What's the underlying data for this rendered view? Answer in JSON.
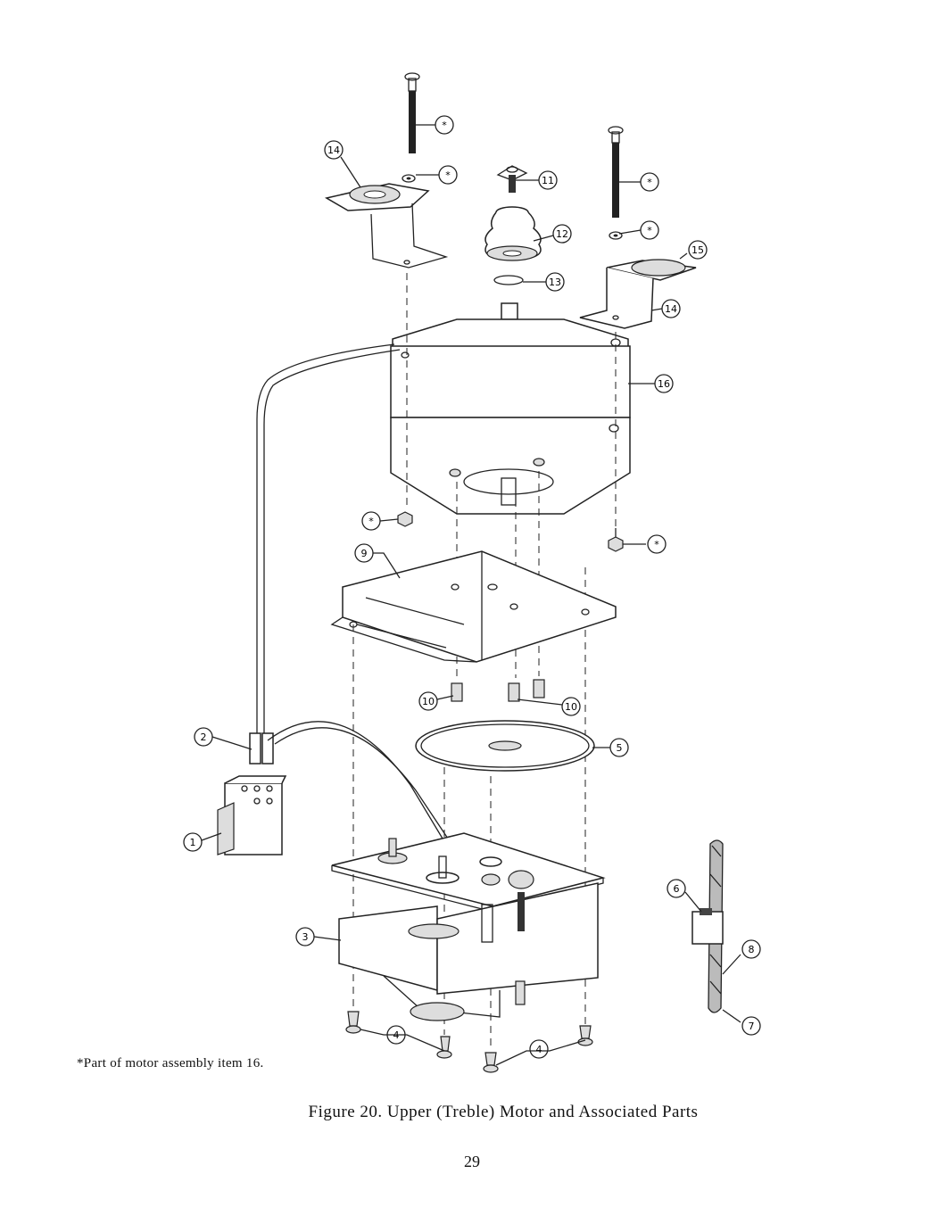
{
  "figure": {
    "footnote": "*Part of motor assembly item 16.",
    "caption": "Figure 20.   Upper (Treble) Motor and Associated Parts",
    "page_number": "29"
  },
  "callouts": [
    {
      "id": "star-1",
      "label": "*"
    },
    {
      "id": "star-2",
      "label": "*"
    },
    {
      "id": "star-3",
      "label": "*"
    },
    {
      "id": "star-4",
      "label": "*"
    },
    {
      "id": "star-5",
      "label": "*"
    },
    {
      "id": "star-6",
      "label": "*"
    },
    {
      "id": "c14a",
      "label": "14"
    },
    {
      "id": "c11",
      "label": "11"
    },
    {
      "id": "c12",
      "label": "12"
    },
    {
      "id": "c13",
      "label": "13"
    },
    {
      "id": "c15",
      "label": "15"
    },
    {
      "id": "c14b",
      "label": "14"
    },
    {
      "id": "c16",
      "label": "16"
    },
    {
      "id": "c9",
      "label": "9"
    },
    {
      "id": "c10a",
      "label": "10"
    },
    {
      "id": "c10b",
      "label": "10"
    },
    {
      "id": "c5",
      "label": "5"
    },
    {
      "id": "c2",
      "label": "2"
    },
    {
      "id": "c1",
      "label": "1"
    },
    {
      "id": "c3",
      "label": "3"
    },
    {
      "id": "c6",
      "label": "6"
    },
    {
      "id": "c8",
      "label": "8"
    },
    {
      "id": "c7",
      "label": "7"
    },
    {
      "id": "c4a",
      "label": "4"
    },
    {
      "id": "c4b",
      "label": "4"
    }
  ]
}
